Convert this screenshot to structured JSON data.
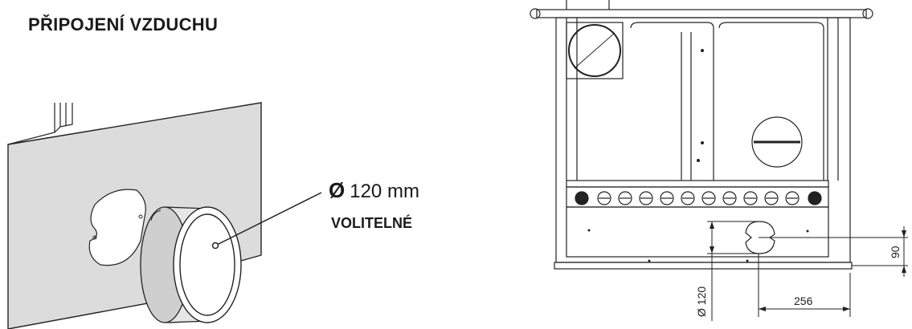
{
  "title": "PŘIPOJENÍ VZDUCHU",
  "diameter_symbol": "Ø",
  "diameter_value": "120 mm",
  "optional_label": "VOLITELNÉ",
  "dim_diameter": "Ø 120",
  "dim_width": "256",
  "dim_height": "90"
}
